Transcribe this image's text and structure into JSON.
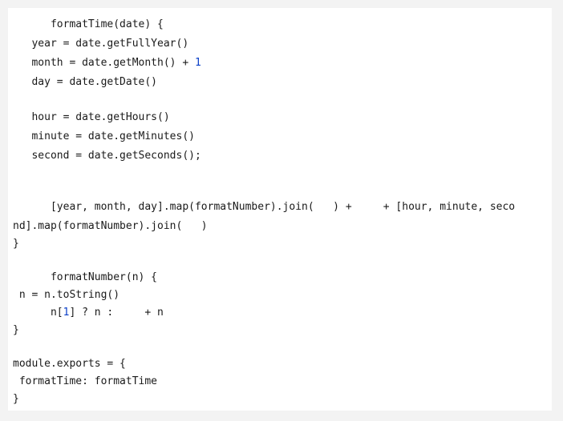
{
  "code": {
    "line_01": "      formatTime(date) {",
    "line_02": "   year = date.getFullYear()",
    "line_03_a": "   month = date.getMonth() + ",
    "line_03_b": "1",
    "line_04": "   day = date.getDate()",
    "line_05": "   hour = date.getHours()",
    "line_06": "   minute = date.getMinutes()",
    "line_07": "   second = date.getSeconds();",
    "line_08": "      [year, month, day].map(formatNumber).join(   ) +     + [hour, minute, seco",
    "line_09": "nd].map(formatNumber).join(   )",
    "line_10": "}",
    "line_11": "      formatNumber(n) {",
    "line_12": " n = n.toString()",
    "line_13_a": "      n[",
    "line_13_b": "1",
    "line_13_c": "] ? n :     + n",
    "line_14": "}",
    "line_15": "module.exports = {",
    "line_16": " formatTime: formatTime",
    "line_17": "}"
  },
  "colors": {
    "background": "#f3f3f3",
    "panel": "#ffffff",
    "text": "#1a1a1a",
    "number": "#0a3fc8"
  }
}
